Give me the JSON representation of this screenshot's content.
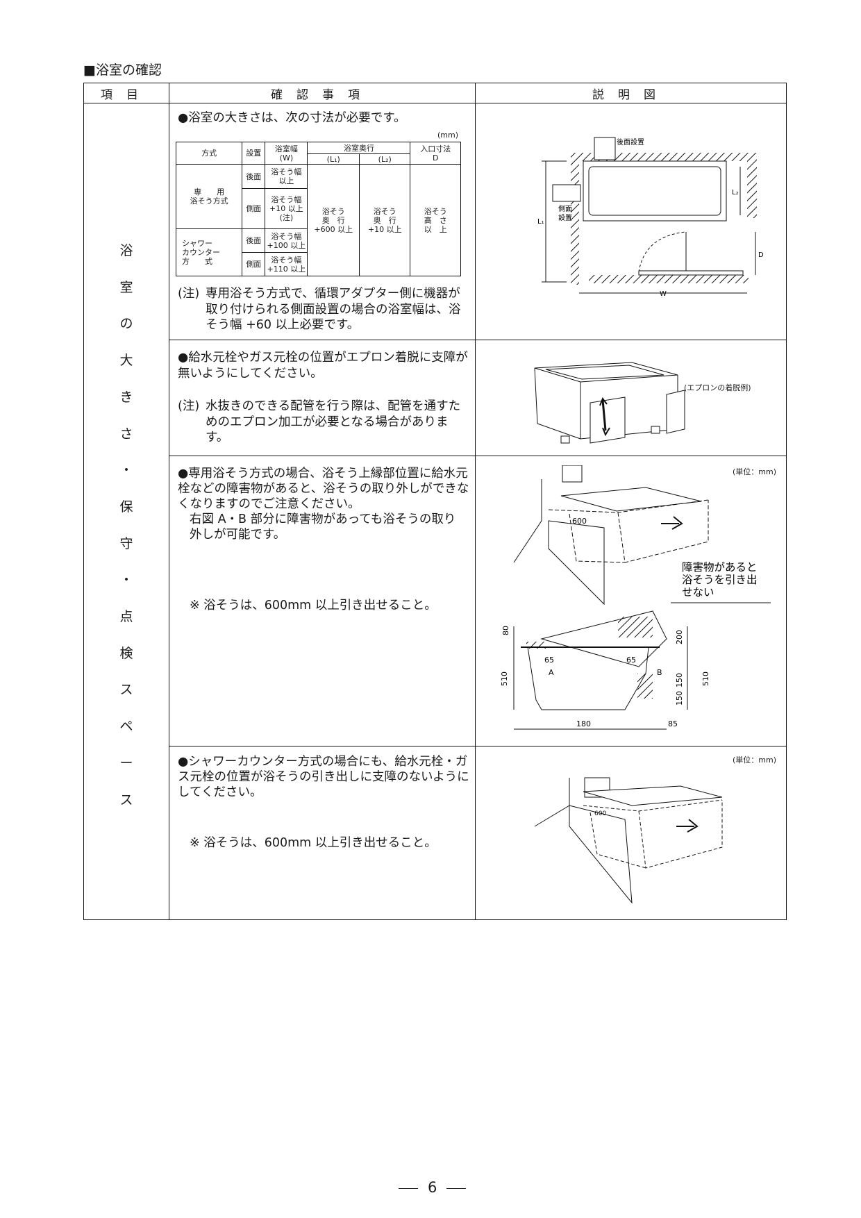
{
  "section_title": "■浴室の確認",
  "headers": {
    "item": "項目",
    "check": "確認事項",
    "diagram": "説明図"
  },
  "item_label": [
    "浴",
    "室",
    "の",
    "大",
    "き",
    "さ",
    "・",
    "保",
    "守",
    "・",
    "点",
    "検",
    "ス",
    "ペ",
    "ー",
    "ス"
  ],
  "row1": {
    "bullet": "●浴室の大きさは、次の寸法が必要です。",
    "unit": "(mm)",
    "table": {
      "h_method": "方式",
      "h_install": "設置",
      "h_width": "浴室幅",
      "h_width_sub": "(W)",
      "h_depth": "浴室奥行",
      "h_l1": "(L₁)",
      "h_l2": "(L₂)",
      "h_entry": "入口寸法",
      "h_entry_sub": "D",
      "m1": "専　　用",
      "m1b": "浴そう方式",
      "back": "後面",
      "side": "側面",
      "w1": "浴そう幅",
      "w1b": "以上",
      "w2": "浴そう幅",
      "w2b": "+10 以上",
      "w2c": "(注)",
      "m2": "シャワー",
      "m2b": "カウンター",
      "m2c": "方　　式",
      "w3": "浴そう幅",
      "w3b": "+100 以上",
      "w4": "浴そう幅",
      "w4b": "+110 以上",
      "l1a": "浴そう",
      "l1b": "奥　行",
      "l1c": "+600 以上",
      "l2a": "浴そう",
      "l2b": "奥　行",
      "l2c": "+10 以上",
      "da": "浴そう",
      "db": "高　さ",
      "dc": "以　上"
    },
    "note_prefix": "(注)",
    "note": "専用浴そう方式で、循環アダプター側に機器が取り付けられる側面設置の場合の浴室幅は、浴そう幅 +60 以上必要です。",
    "diagram": {
      "back_label": "後面設置",
      "side_label1": "側面",
      "side_label2": "設置",
      "l1": "L₁",
      "l2": "L₂",
      "d": "D",
      "w": "W"
    }
  },
  "row2": {
    "bullet": "●給水元栓やガス元栓の位置がエプロン着脱に支障が無いようにしてください。",
    "note_prefix": "(注)",
    "note": "水抜きのできる配管を行う際は、配管を通すためのエプロン加工が必要となる場合があります。",
    "caption": "(エプロンの着脱例)"
  },
  "row3": {
    "bullet": "●専用浴そう方式の場合、浴そう上縁部位置に給水元栓などの障害物があると、浴そうの取り外しができなくなりますのでご注意ください。",
    "line2": "右図 A・B 部分に障害物があっても浴そうの取り外しが可能です。",
    "remark": "※ 浴そうは、600mm 以上引き出せること。",
    "unit": "(単位：mm)",
    "dim_600": "600",
    "warn1": "障害物があると",
    "warn2": "浴そうを引き出",
    "warn3": "せない",
    "dims": {
      "d80": "80",
      "d65a": "65",
      "d65b": "65",
      "d510a": "510",
      "d510b": "510",
      "d200": "200",
      "d150a": "150",
      "d150b": "150",
      "d180": "180",
      "d85": "85",
      "a": "A",
      "b": "B"
    }
  },
  "row4": {
    "bullet": "●シャワーカウンター方式の場合にも、給水元栓・ガス元栓の位置が浴そうの引き出しに支障のないようにしてください。",
    "remark": "※ 浴そうは、600mm 以上引き出せること。",
    "unit": "(単位：mm)",
    "dim_600": "600"
  },
  "page_number": "6"
}
